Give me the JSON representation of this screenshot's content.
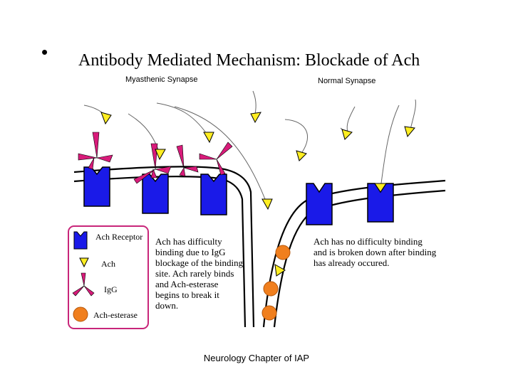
{
  "slide": {
    "bullet": "•",
    "title": "Antibody Mediated Mechanism: Blockade of Ach",
    "footer": "Neurology Chapter of IAP"
  },
  "diagram": {
    "left_label": "Myasthenic Synapse",
    "right_label": "Normal Synapse",
    "left_note": [
      "Ach has difficulty",
      "binding due to IgG",
      "blockage of the binding",
      "site. Ach rarely binds",
      "and Ach-esterase",
      "begins to break it",
      "down."
    ],
    "right_note": [
      "Ach has no difficulty binding",
      "and is broken down after binding",
      "has already occured."
    ]
  },
  "legend": {
    "items": [
      {
        "label": "Ach Receptor",
        "icon": "receptor-icon"
      },
      {
        "label": "Ach",
        "icon": "triangle-icon"
      },
      {
        "label": "IgG",
        "icon": "antibody-icon"
      },
      {
        "label": "Ach-esterase",
        "icon": "circle-icon"
      }
    ]
  },
  "colors": {
    "receptor": "#1a1ae8",
    "ach": "#ffee22",
    "igg": "#d81b7a",
    "esterase": "#f07f1e",
    "legend_border": "#c8267a"
  }
}
